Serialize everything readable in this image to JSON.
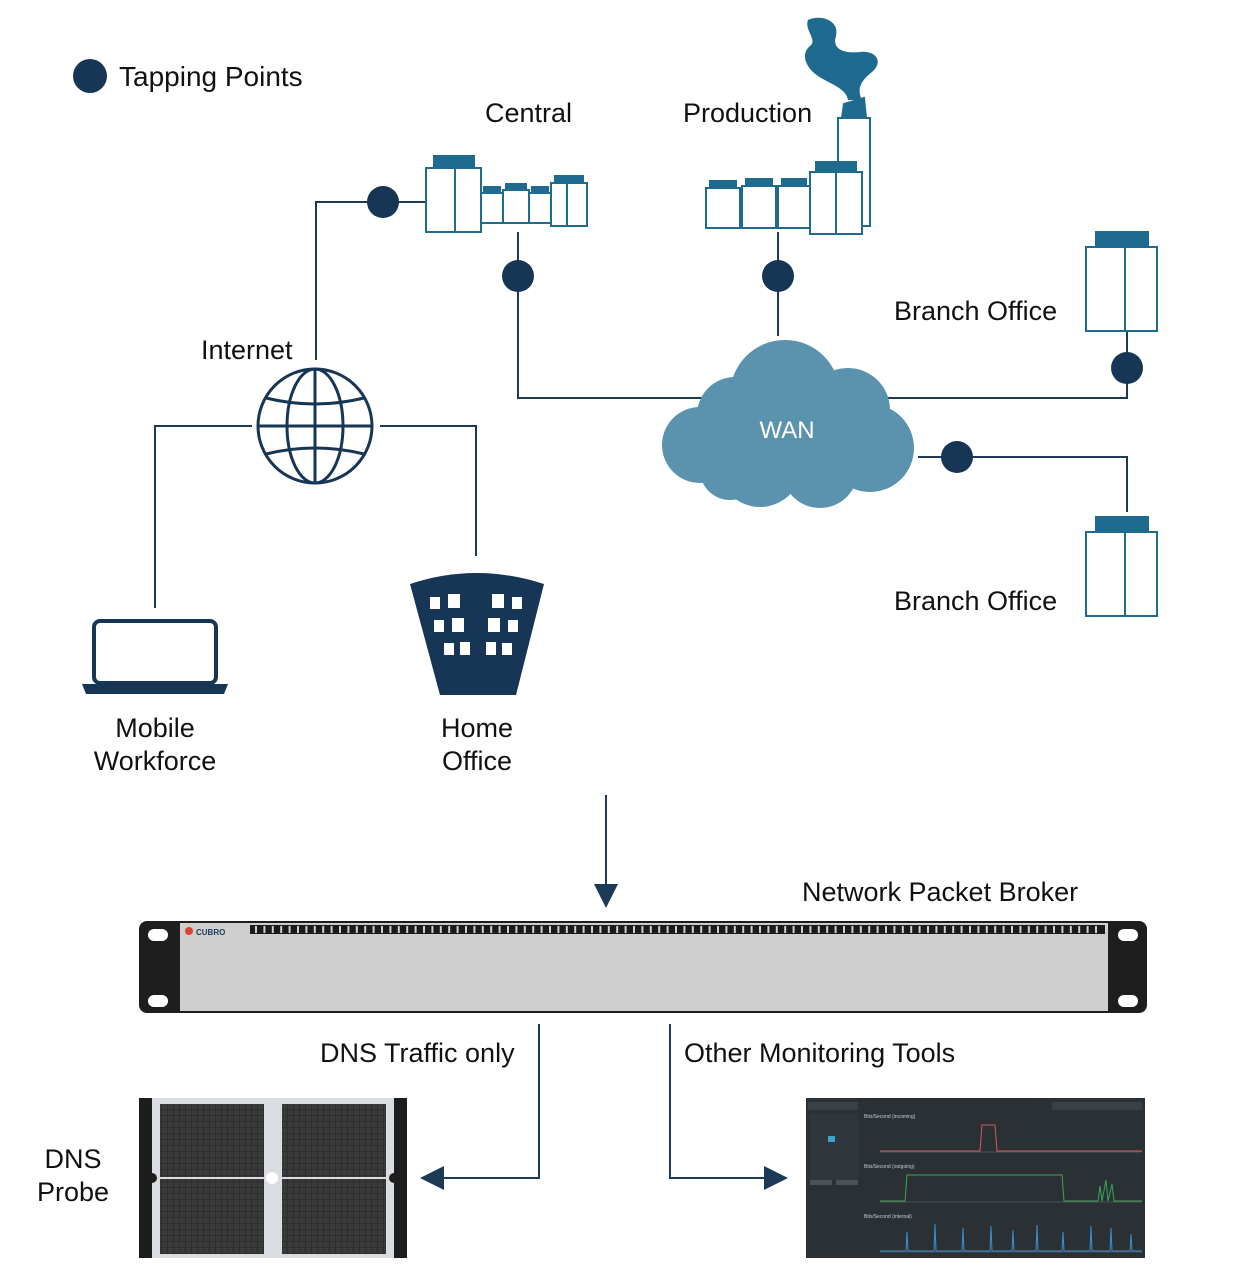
{
  "legend": {
    "label": "Tapping Points"
  },
  "sites": {
    "central": "Central",
    "production": "Production",
    "branch_office_top": "Branch Office",
    "branch_office_bottom": "Branch Office",
    "internet": "Internet",
    "wan": "WAN",
    "mobile_workforce": "Mobile\nWorkforce",
    "home_office": "Home\nOffice"
  },
  "broker": {
    "label": "Network Packet Broker",
    "brand": "CUBRO"
  },
  "outputs": {
    "dns_traffic": "DNS Traffic only",
    "other_tools": "Other Monitoring Tools",
    "dns_probe": "DNS\nProbe"
  },
  "dashboard": {
    "chart_titles": [
      "Bits/Second (incoming)",
      "Bits/Second (outgoing)",
      "Bits/Second (internal)"
    ]
  },
  "colors": {
    "navy": "#173554",
    "teal": "#1e6b8f",
    "cloud": "#5b93ae",
    "line": "#1c3a56"
  }
}
